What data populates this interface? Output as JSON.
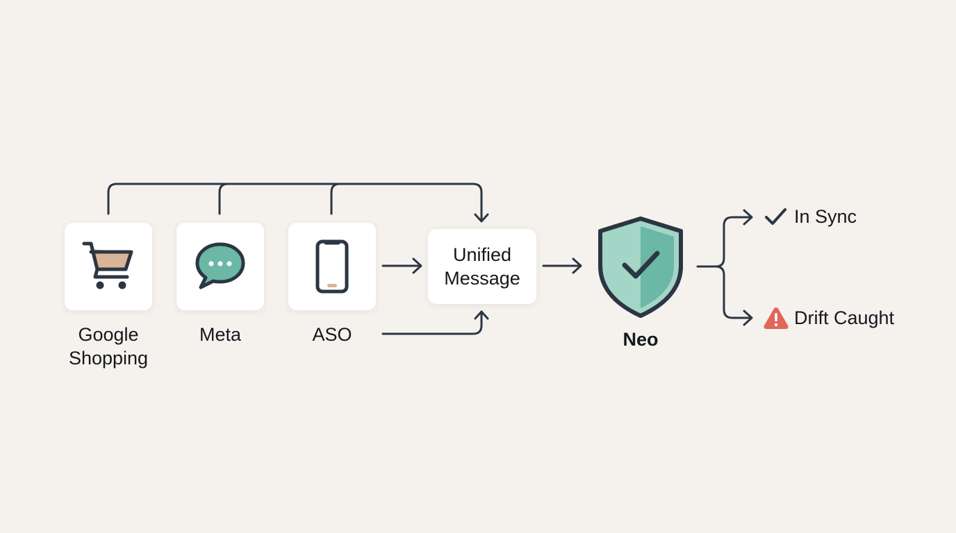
{
  "sources": [
    {
      "label": "Google\nShopping",
      "icon": "shopping-cart-icon"
    },
    {
      "label": "Meta",
      "icon": "chat-bubble-icon"
    },
    {
      "label": "ASO",
      "icon": "smartphone-icon"
    }
  ],
  "unified": {
    "label": "Unified\nMessage"
  },
  "guard": {
    "label": "Neo",
    "icon": "shield-check-icon"
  },
  "outcomes": [
    {
      "label": "In Sync",
      "icon": "checkmark-icon"
    },
    {
      "label": "Drift Caught",
      "icon": "warning-triangle-icon"
    }
  ],
  "colors": {
    "background": "#f5f2ee",
    "line": "#2c3643",
    "cart_fill": "#d9b597",
    "teal_light": "#a3d6c7",
    "teal_dark": "#6ab8a5",
    "warning": "#e0675a"
  }
}
